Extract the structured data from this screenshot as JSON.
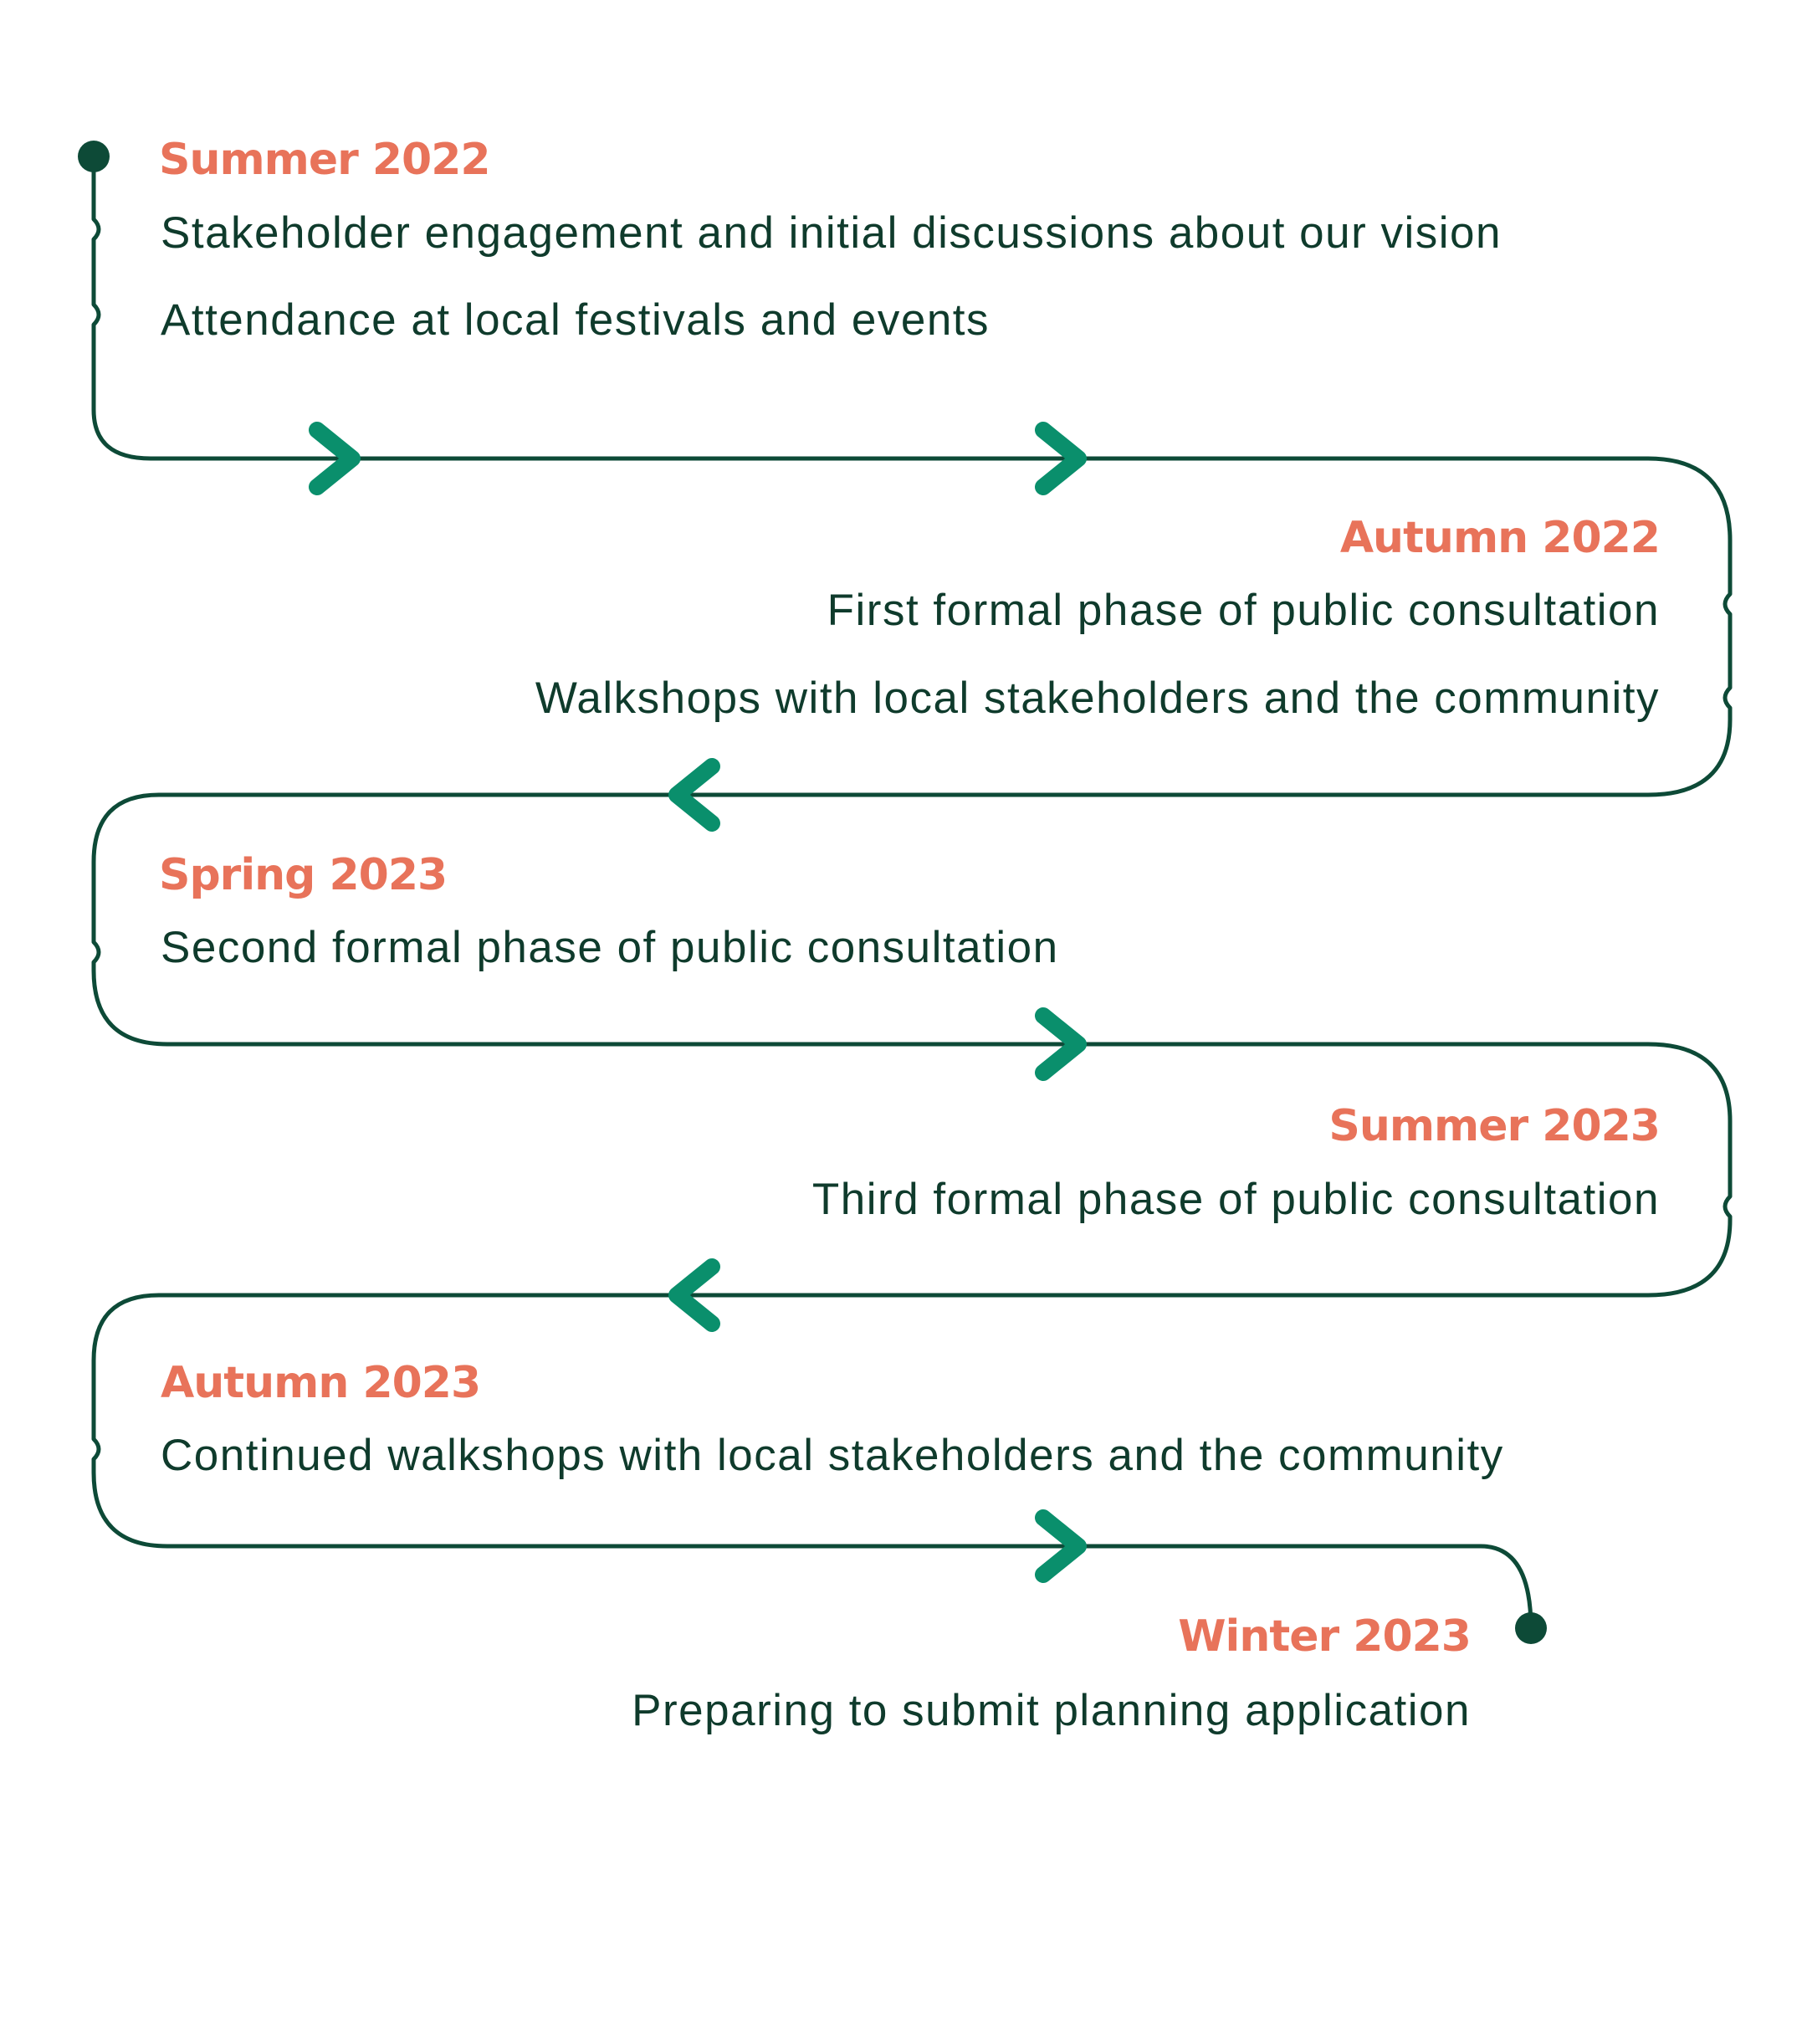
{
  "colors": {
    "heading": "#e8735a",
    "text": "#0f3b2c",
    "path": "#0d4a37",
    "arrow": "#0a8f6c",
    "dot": "#0d4a37"
  },
  "icons": {
    "arrow_right": "chevron-right-icon",
    "arrow_left": "chevron-left-icon",
    "dot": "milestone-dot-icon"
  },
  "milestones": [
    {
      "heading": "Summer 2022",
      "items": [
        "Stakeholder engagement and initial discussions about our vision",
        "Attendance at local festivals and events"
      ]
    },
    {
      "heading": "Autumn 2022",
      "items": [
        "First formal phase of public consultation",
        "Walkshops with local stakeholders and the community"
      ]
    },
    {
      "heading": "Spring 2023",
      "items": [
        "Second formal phase of public consultation"
      ]
    },
    {
      "heading": "Summer 2023",
      "items": [
        "Third formal phase of public consultation"
      ]
    },
    {
      "heading": "Autumn 2023",
      "items": [
        "Continued walkshops with local stakeholders and the community"
      ]
    },
    {
      "heading": "Winter 2023",
      "items": [
        "Preparing to submit planning application"
      ]
    }
  ]
}
